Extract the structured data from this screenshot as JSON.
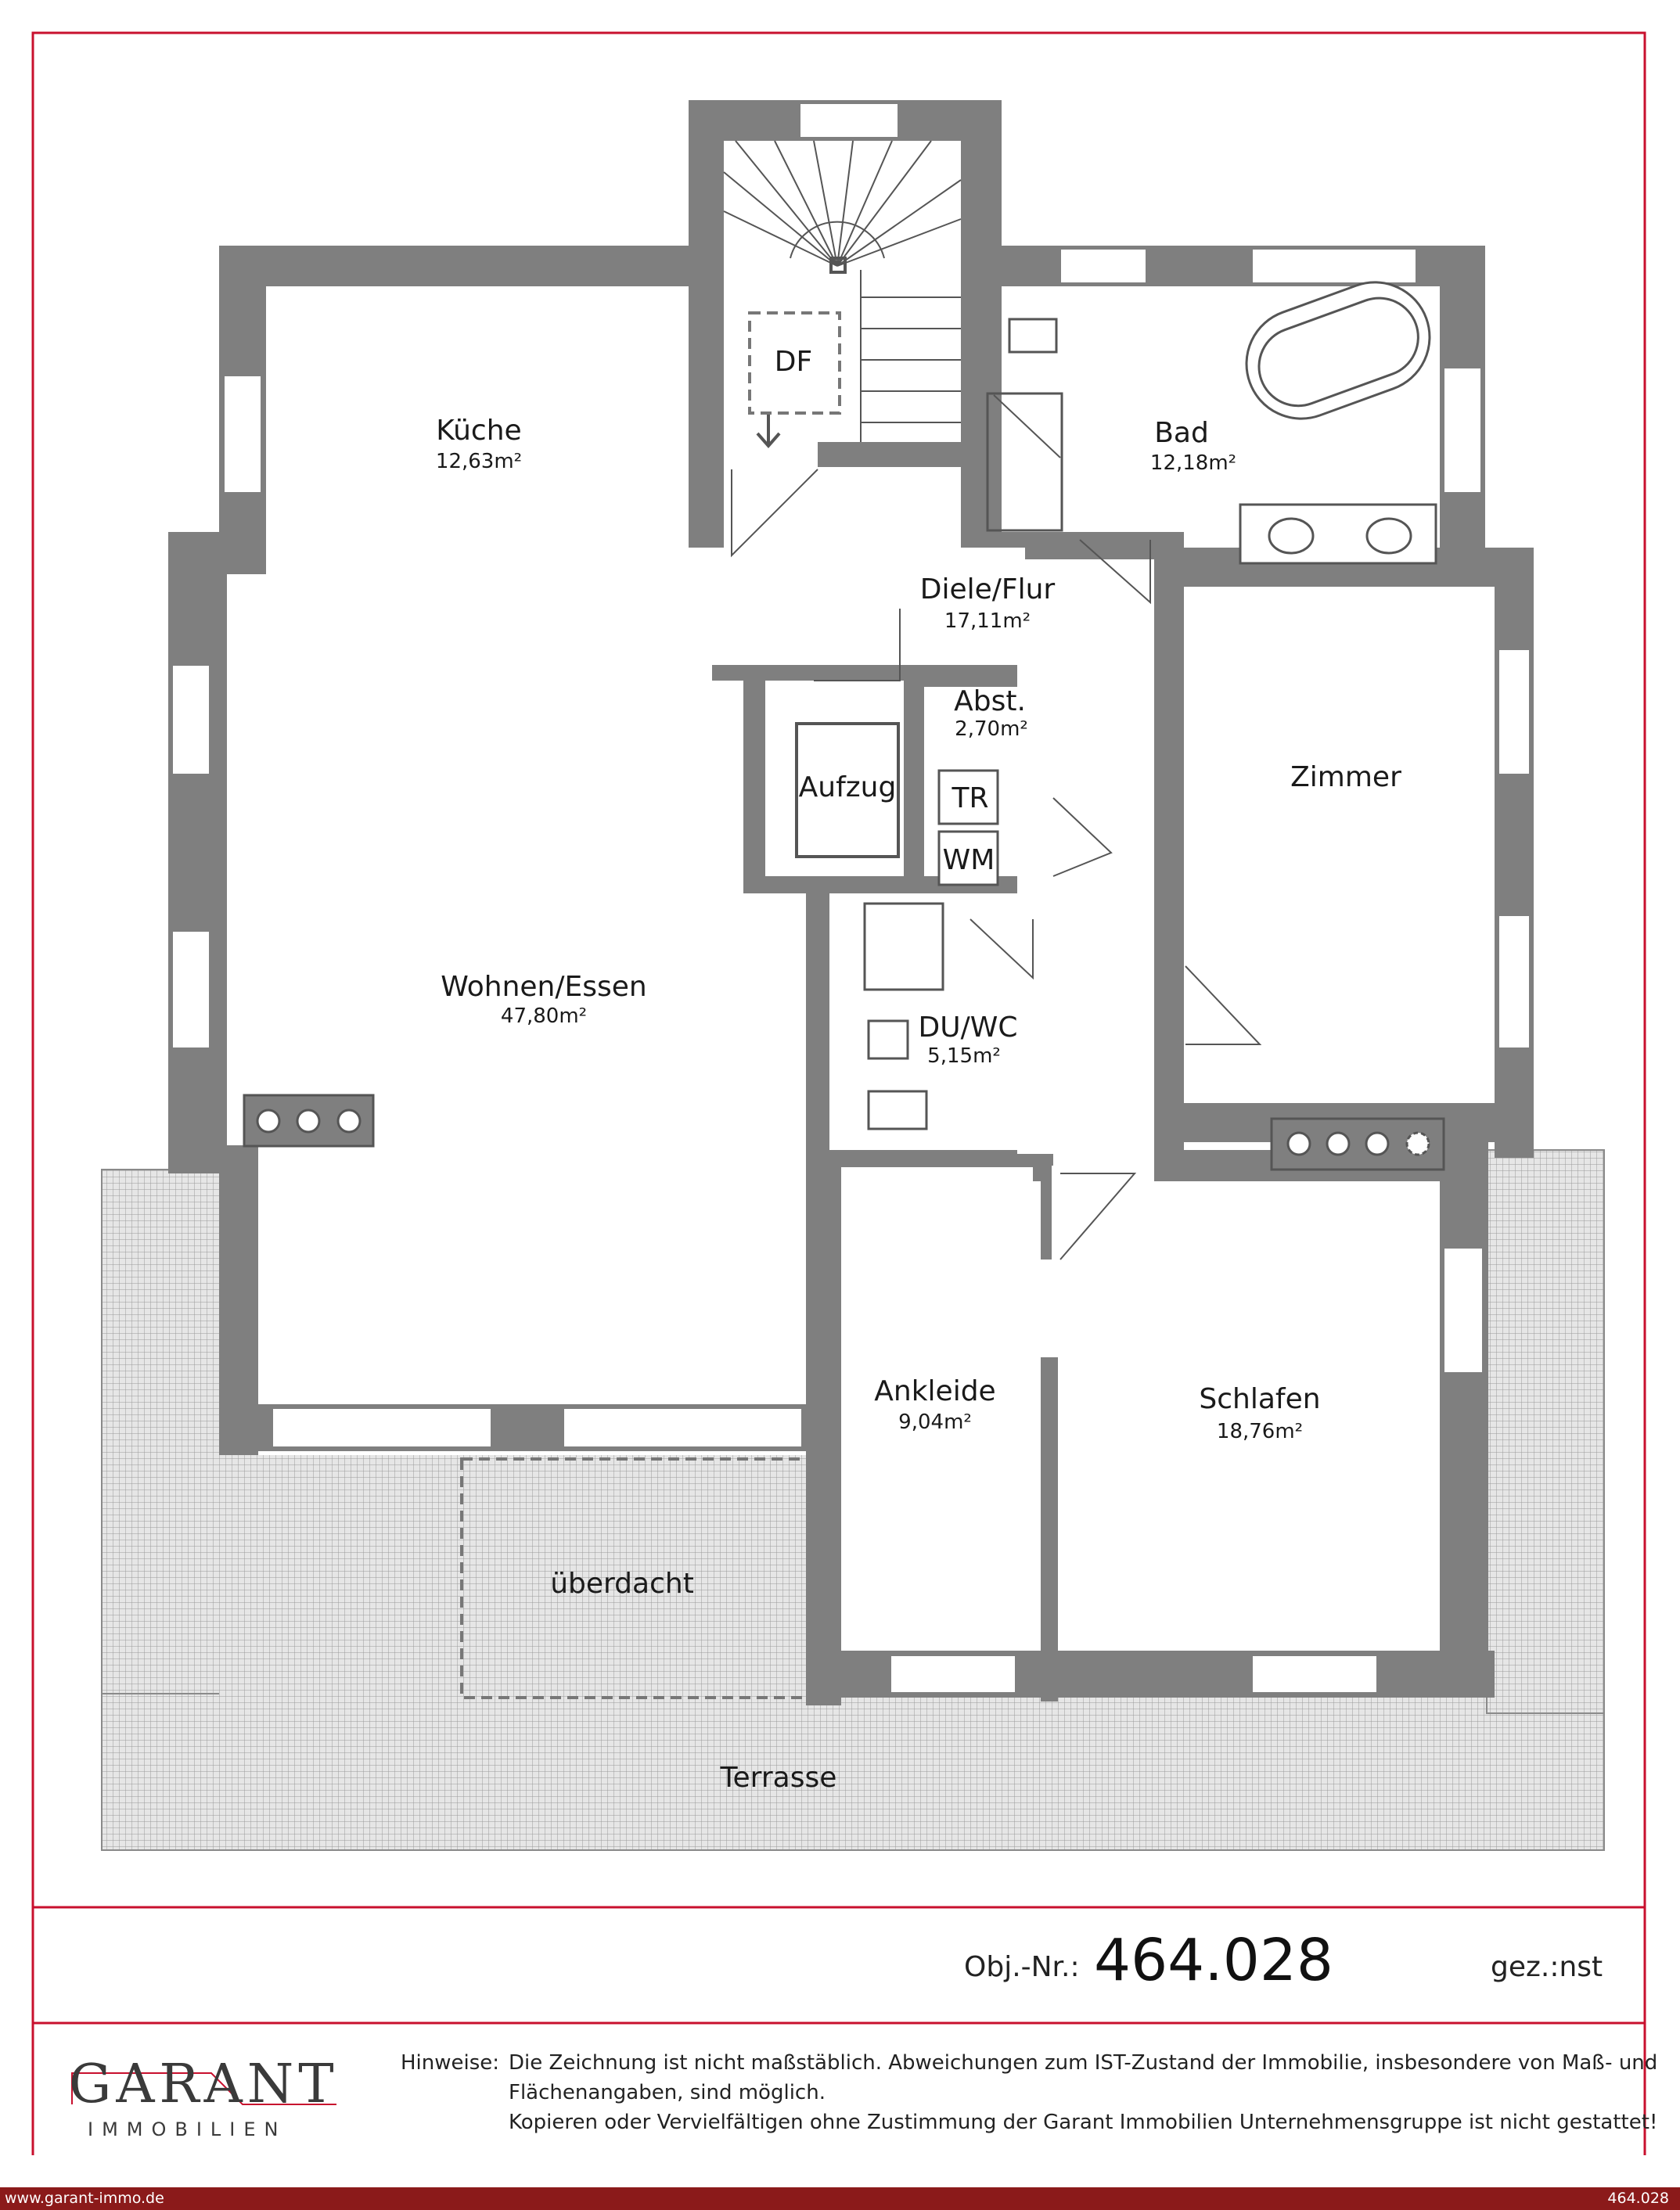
{
  "rooms": {
    "kueche": {
      "name": "Küche",
      "area": "12,63m²"
    },
    "wohnen": {
      "name": "Wohnen/Essen",
      "area": "47,80m²"
    },
    "diele": {
      "name": "Diele/Flur",
      "area": "17,11m²"
    },
    "bad": {
      "name": "Bad",
      "area": "12,18m²"
    },
    "abst": {
      "name": "Abst.",
      "area": "2,70m²"
    },
    "duwc": {
      "name": "DU/WC",
      "area": "5,15m²"
    },
    "zimmer": {
      "name": "Zimmer"
    },
    "ankleide": {
      "name": "Ankleide",
      "area": "9,04m²"
    },
    "schlafen": {
      "name": "Schlafen",
      "area": "18,76m²"
    }
  },
  "fixtures": {
    "df": "DF",
    "aufzug": "Aufzug",
    "tr": "TR",
    "wm": "WM"
  },
  "areas": {
    "ueberdacht": "überdacht",
    "terrasse": "Terrasse"
  },
  "footer": {
    "obj_label": "Obj.-Nr.:",
    "obj_nr": "464.028",
    "gez": "gez.:nst",
    "hint_label": "Hinweise:",
    "hint_lines": [
      "Die Zeichnung ist nicht maßstäblich. Abweichungen zum IST-Zustand der Immobilie, insbesondere von Maß- und",
      "Flächenangaben, sind möglich.",
      "Kopieren oder Vervielfältigen ohne Zustimmung der Garant Immobilien Unternehmensgruppe ist nicht gestattet!"
    ],
    "logo_main": "GARANT",
    "logo_sub": "IMMOBILIEN",
    "url": "www.garant-immo.de",
    "bar_nr": "464.028"
  },
  "colors": {
    "wall": "#7f7f7f",
    "frame": "#c8102e",
    "terrace": "#d9d9d9",
    "bar": "#8b1a1a"
  }
}
